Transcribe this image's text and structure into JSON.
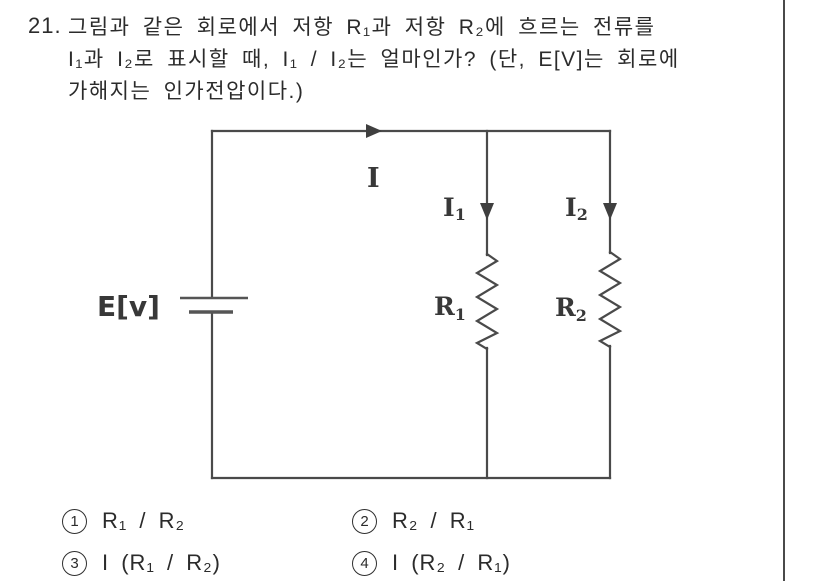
{
  "question": {
    "number": "21.",
    "lines": [
      "그림과 같은 회로에서 저항 R₁과 저항 R₂에 흐르는 전류를",
      "I₁과 I₂로 표시할 때, I₁ / I₂는 얼마인가? (단, E[V]는 회로에",
      "가해지는 인가전압이다.)"
    ]
  },
  "circuit": {
    "source_label": "E[v]",
    "total_current_label": "I",
    "branch1_current": {
      "base": "I",
      "sub": "1"
    },
    "branch2_current": {
      "base": "I",
      "sub": "2"
    },
    "resistor1": {
      "base": "R",
      "sub": "1"
    },
    "resistor2": {
      "base": "R",
      "sub": "2"
    }
  },
  "options": [
    {
      "number": "1",
      "formula": "R₁ / R₂"
    },
    {
      "number": "2",
      "formula": "R₂ / R₁"
    },
    {
      "number": "3",
      "formula": "I (R₁ / R₂)"
    },
    {
      "number": "4",
      "formula": "I (R₂ / R₁)"
    }
  ],
  "colors": {
    "ink": "#2b2b2b",
    "wire": "#4a4a4a",
    "background": "#ffffff"
  }
}
